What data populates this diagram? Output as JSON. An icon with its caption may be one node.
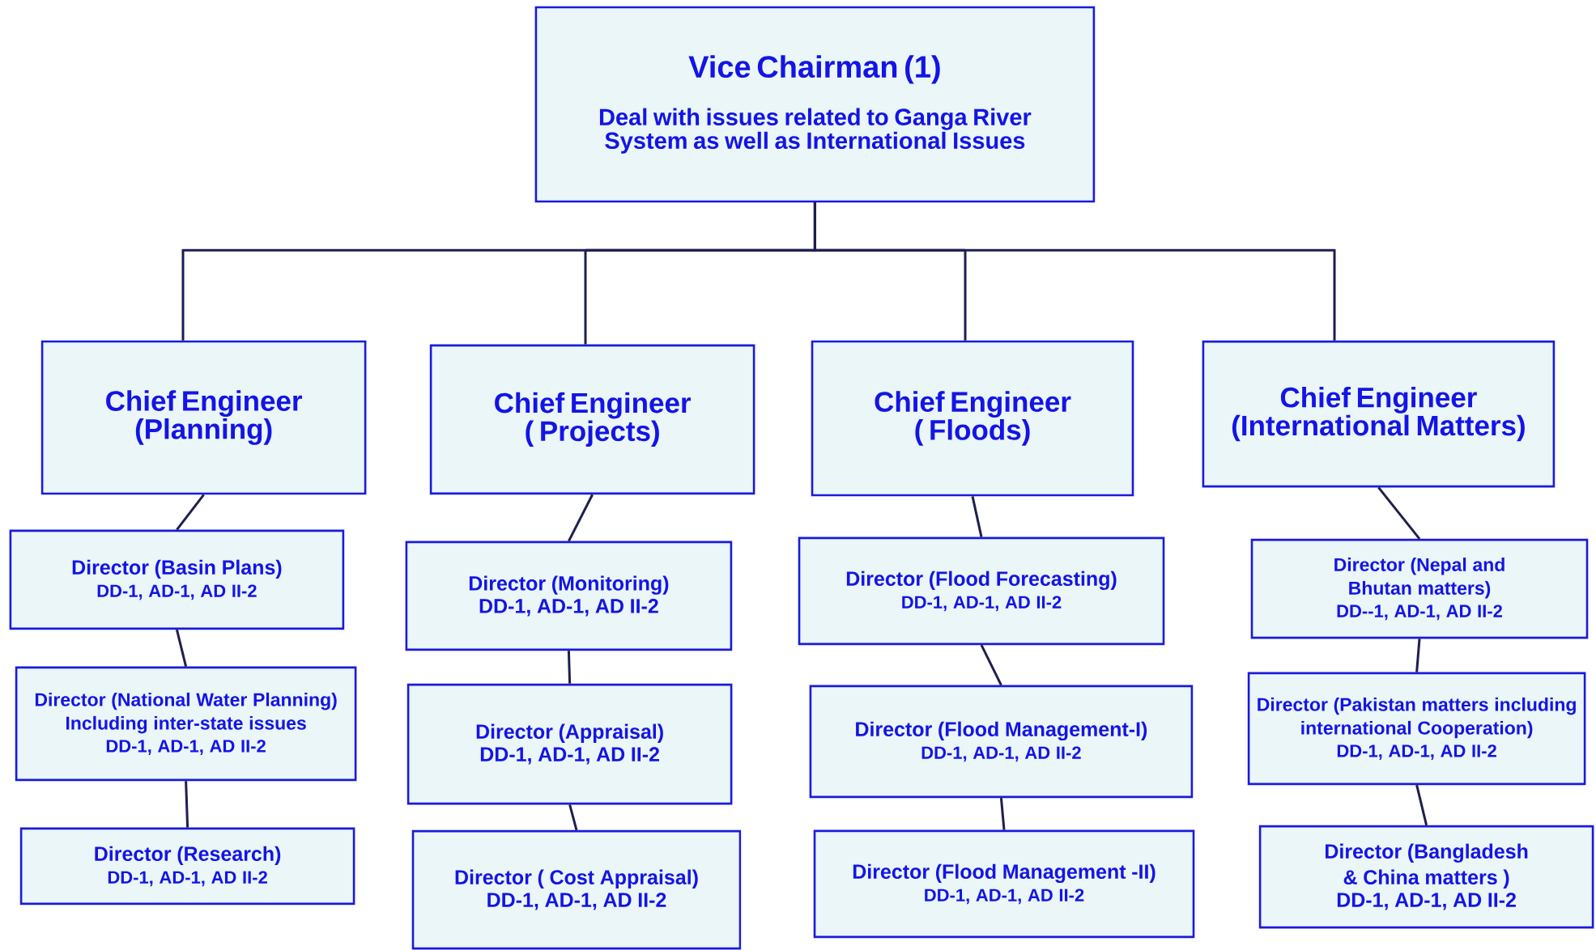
{
  "diagram": {
    "nodes": [
      {
        "text": [
          "Vice Chairman (1)",
          "Deal with issues related to Ganga River System as well as International Issues"
        ]
      },
      {
        "text": [
          "Chief Engineer (Planning)"
        ]
      },
      {
        "text": [
          "Chief Engineer ( Projects)"
        ]
      },
      {
        "text": [
          "Chief Engineer ( Floods)"
        ]
      },
      {
        "text": [
          "Chief Engineer (International Matters)"
        ]
      },
      {
        "text": [
          "Director (Basin Plans)",
          "DD-1, AD-1, AD II-2"
        ]
      },
      {
        "text": [
          "Director (National Water Planning) Including inter-state issues",
          "DD-1, AD-1, AD II-2"
        ]
      },
      {
        "text": [
          "Director (Research)",
          "DD-1, AD-1, AD II-2"
        ]
      },
      {
        "text": [
          "Director (Monitoring)",
          "DD-1, AD-1, AD II-2"
        ]
      },
      {
        "text": [
          "Director (Appraisal)",
          "DD-1, AD-1, AD II-2"
        ]
      },
      {
        "text": [
          "Director ( Cost Appraisal)",
          "DD-1, AD-1, AD II-2"
        ]
      },
      {
        "text": [
          "Director (Flood Forecasting)",
          "DD-1, AD-1, AD II-2"
        ]
      },
      {
        "text": [
          "Director (Flood Management-I)",
          "DD-1, AD-1, AD II-2"
        ]
      },
      {
        "text": [
          "Director (Flood Management -II)",
          "DD-1, AD-1, AD II-2"
        ]
      },
      {
        "text": [
          "Director (Nepal and Bhutan matters)",
          "DD--1, AD-1, AD II-2"
        ]
      },
      {
        "text": [
          "Director (Pakistan matters including international Cooperation)",
          "DD-1, AD-1, AD II-2"
        ]
      },
      {
        "text": [
          "Director (Bangladesh & China matters )",
          "DD-1, AD-1, AD II-2"
        ]
      }
    ],
    "edges": [
      {
        "from": 0,
        "to": 1,
        "arrow": "none"
      },
      {
        "from": 0,
        "to": 2,
        "arrow": "none"
      },
      {
        "from": 0,
        "to": 3,
        "arrow": "none"
      },
      {
        "from": 0,
        "to": 4,
        "arrow": "none"
      },
      {
        "from": 1,
        "to": 5,
        "arrow": "none"
      },
      {
        "from": 5,
        "to": 6,
        "arrow": "none"
      },
      {
        "from": 6,
        "to": 7,
        "arrow": "none"
      },
      {
        "from": 2,
        "to": 8,
        "arrow": "none"
      },
      {
        "from": 8,
        "to": 9,
        "arrow": "none"
      },
      {
        "from": 9,
        "to": 10,
        "arrow": "none"
      },
      {
        "from": 3,
        "to": 11,
        "arrow": "none"
      },
      {
        "from": 11,
        "to": 12,
        "arrow": "none"
      },
      {
        "from": 12,
        "to": 13,
        "arrow": "none"
      },
      {
        "from": 4,
        "to": 14,
        "arrow": "none"
      },
      {
        "from": 14,
        "to": 15,
        "arrow": "none"
      },
      {
        "from": 15,
        "to": 16,
        "arrow": "none"
      }
    ]
  }
}
